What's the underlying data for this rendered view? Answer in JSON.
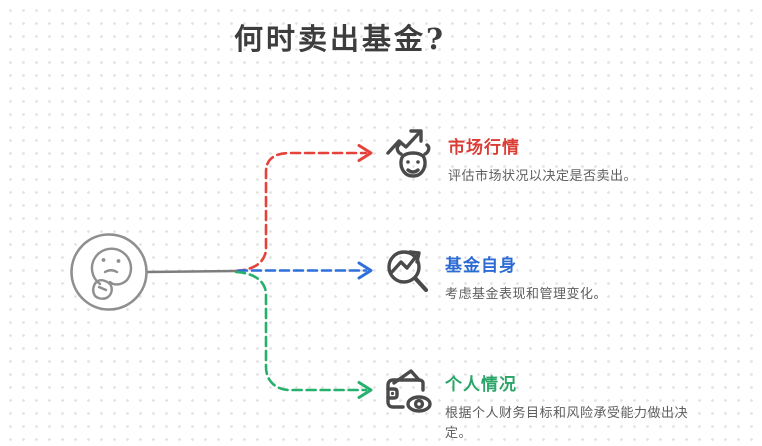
{
  "title": "何时卖出基金?",
  "center": {
    "icon": "thinking-face-icon"
  },
  "colors": {
    "title_text": "#3d3d3d",
    "description_text": "#5e5e5e",
    "icon_stroke": "#4a4a4a",
    "center_stroke": "#8f8f8f",
    "trunk_line": "#7d7d7d",
    "background_dot": "#e4e4e4"
  },
  "branches": [
    {
      "label": "市场行情",
      "description": "评估市场状况以决定是否卖出。",
      "color": "#da3b33",
      "line_color": "#e4423a",
      "icon": "bull-trend-icon"
    },
    {
      "label": "基金自身",
      "description": "考虑基金表现和管理变化。",
      "color": "#2b6bd3",
      "line_color": "#2e6fdb",
      "icon": "magnifier-trend-icon"
    },
    {
      "label": "个人情况",
      "description": "根据个人财务目标和风险承受能力做出决定。",
      "color": "#2aa467",
      "line_color": "#25b06d",
      "icon": "wallet-eye-icon"
    }
  ]
}
